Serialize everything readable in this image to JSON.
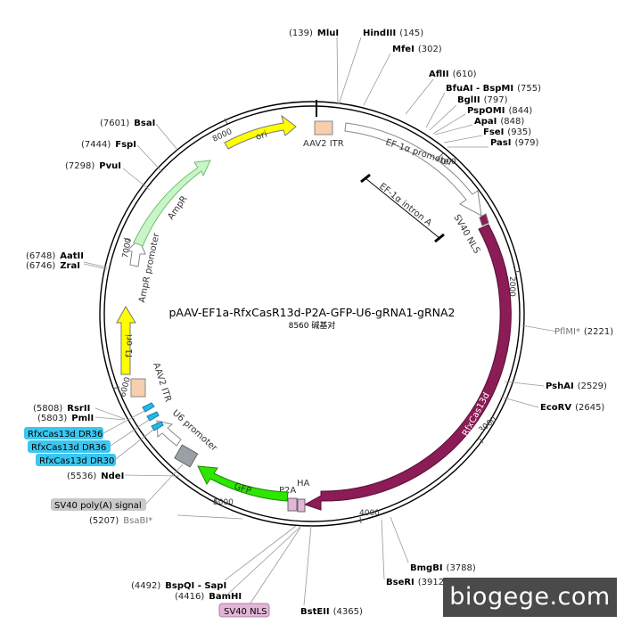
{
  "plasmid": {
    "name": "pAAV-EF1a-RfxCasR13d-P2A-GFP-U6-gRNA1-gRNA2",
    "length_label": "8560 碱基对",
    "length": 8560
  },
  "ticks": [
    "1000",
    "2000",
    "3000",
    "4000",
    "5000",
    "6000",
    "7000",
    "8000"
  ],
  "sites": [
    {
      "name": "MluI",
      "pos": "(139)"
    },
    {
      "name": "HindIII",
      "pos": "(145)"
    },
    {
      "name": "MfeI",
      "pos": "(302)"
    },
    {
      "name": "AflII",
      "pos": "(610)"
    },
    {
      "name": "BfuAI - BspMI",
      "pos": "(755)"
    },
    {
      "name": "BglII",
      "pos": "(797)"
    },
    {
      "name": "PspOMI",
      "pos": "(844)"
    },
    {
      "name": "ApaI",
      "pos": "(848)"
    },
    {
      "name": "FseI",
      "pos": "(935)"
    },
    {
      "name": "PasI",
      "pos": "(979)"
    },
    {
      "name": "PflMI*",
      "pos": "(2221)"
    },
    {
      "name": "PshAI",
      "pos": "(2529)"
    },
    {
      "name": "EcoRV",
      "pos": "(2645)"
    },
    {
      "name": "BmgBI",
      "pos": "(3788)"
    },
    {
      "name": "BseRI",
      "pos": "(3912)"
    },
    {
      "name": "BstEII",
      "pos": "(4365)"
    },
    {
      "name": "BamHI",
      "pos": "(4416)"
    },
    {
      "name": "BspQI - SapI",
      "pos": "(4492)"
    },
    {
      "name": "BsaBI*",
      "pos": "(5207)"
    },
    {
      "name": "NdeI",
      "pos": "(5536)"
    },
    {
      "name": "PmlI",
      "pos": "(5803)"
    },
    {
      "name": "RsrII",
      "pos": "(5808)"
    },
    {
      "name": "ZraI",
      "pos": "(6746)"
    },
    {
      "name": "AatII",
      "pos": "(6748)"
    },
    {
      "name": "PvuI",
      "pos": "(7298)"
    },
    {
      "name": "FspI",
      "pos": "(7444)"
    },
    {
      "name": "BsaI",
      "pos": "(7601)"
    }
  ],
  "features": {
    "ori": "ori",
    "aav2_itr_top": "AAV2 ITR",
    "ef1a_promoter": "EF-1α promoter",
    "ef1a_intron": "EF-1α intron A",
    "sv40_nls": "SV40 NLS",
    "rfxcas13d": "RfxCas13d",
    "ha": "HA",
    "p2a": "P2A",
    "gfp": "GFP",
    "u6_promoter": "U6 promoter",
    "aav2_itr_left": "AAV2 ITR",
    "f1_ori": "f1 ori",
    "ampr_promoter": "AmpR promoter",
    "ampr": "AmpR"
  },
  "callouts": {
    "dr36_a": "RfxCas13d DR36",
    "dr36_b": "RfxCas13d DR36",
    "dr30": "RfxCas13d DR30",
    "sv40_polya": "SV40 poly(A) signal",
    "sv40_nls_bottom": "SV40 NLS"
  },
  "colors": {
    "backbone": "#000000",
    "ori": "#ffff00",
    "itr": "#f5cfae",
    "promoter": "#ffffff",
    "rfxcas13d": "#8b1c56",
    "gfp": "#2ee600",
    "f1_ori": "#ffff00",
    "ampr": "#c8f5c8",
    "dr": "#22b8e8",
    "callout_blue": "#3bc7f0",
    "callout_gray": "#c9c9c9",
    "callout_pink": "#e3b6d8"
  },
  "watermark": "biogege.com"
}
